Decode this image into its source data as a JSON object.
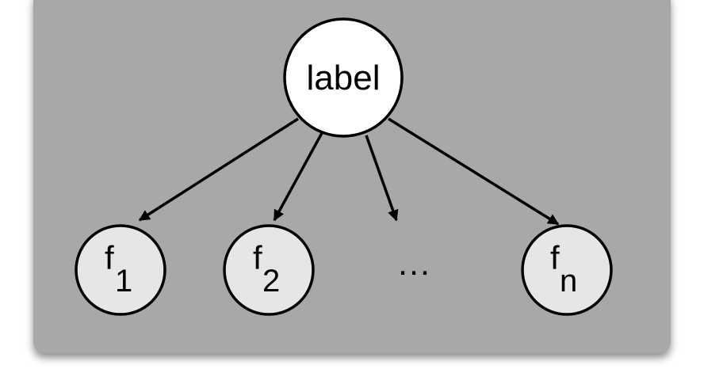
{
  "diagram": {
    "root": {
      "label": "label"
    },
    "children": [
      {
        "name": "f",
        "subscript": "1"
      },
      {
        "name": "f",
        "subscript": "2"
      },
      {
        "name": "f",
        "subscript": "n"
      }
    ],
    "ellipsis": "…"
  },
  "colors": {
    "panel": "#a8a8a8",
    "root_fill": "#ffffff",
    "child_fill": "#e6e6e6",
    "stroke": "#000000"
  }
}
